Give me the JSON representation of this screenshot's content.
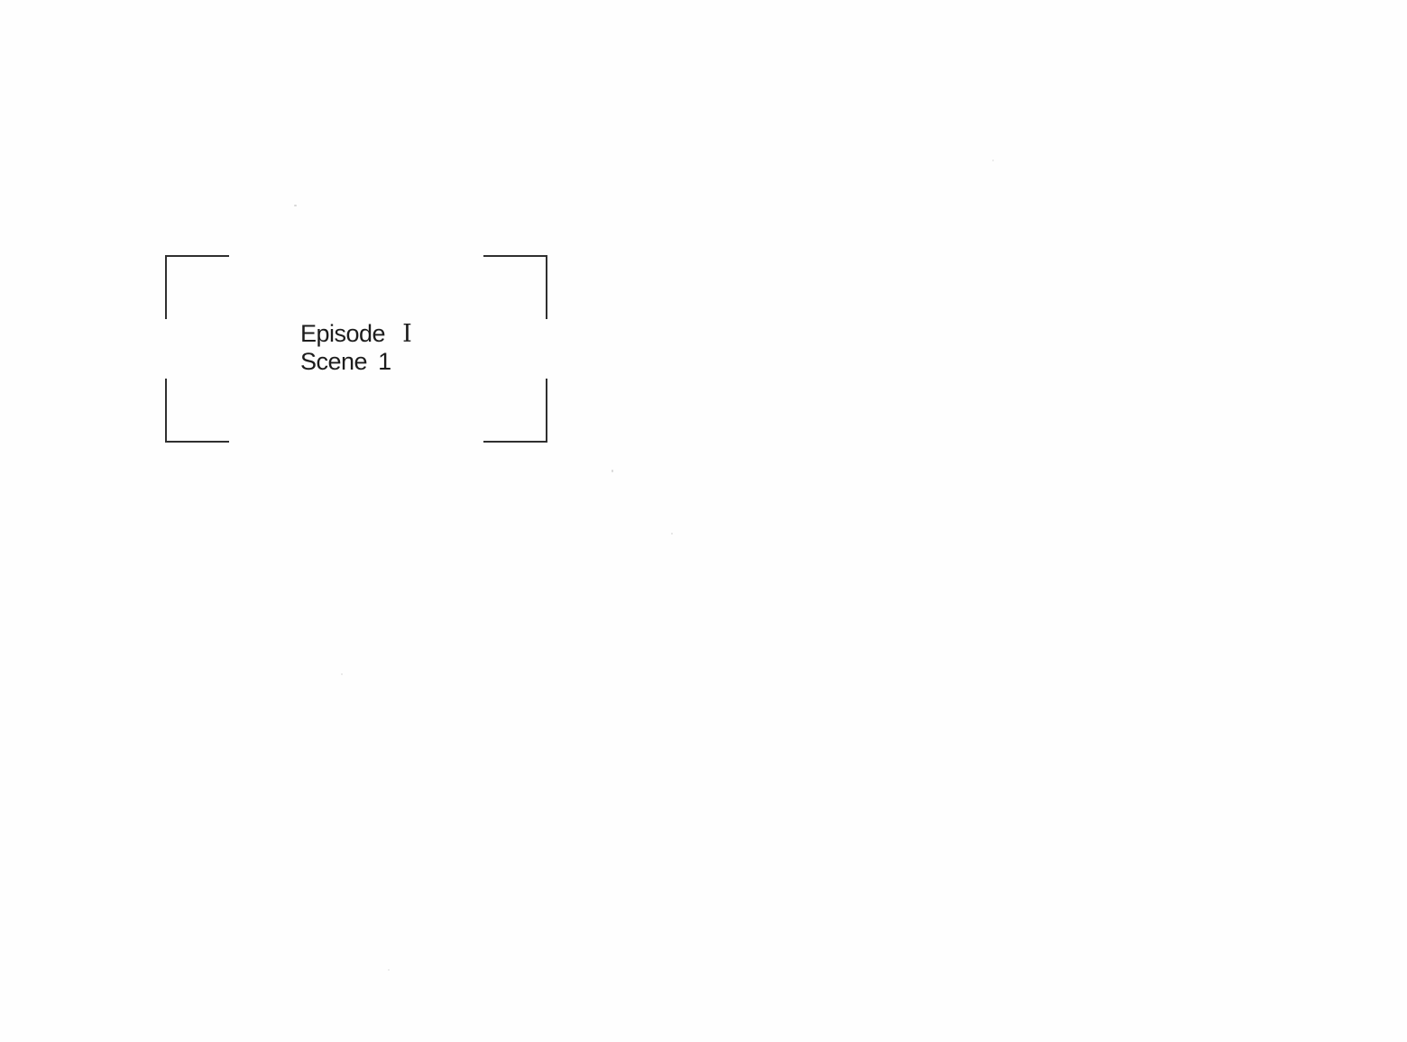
{
  "title_card": {
    "episode_label": "Episode",
    "episode_numeral": "I",
    "scene_label": "Scene",
    "scene_number": "1"
  },
  "colors": {
    "background": "#fefefe",
    "frame_line": "#2f2f2f",
    "text": "#1c1c1c",
    "speck": "#b5b5b5"
  }
}
